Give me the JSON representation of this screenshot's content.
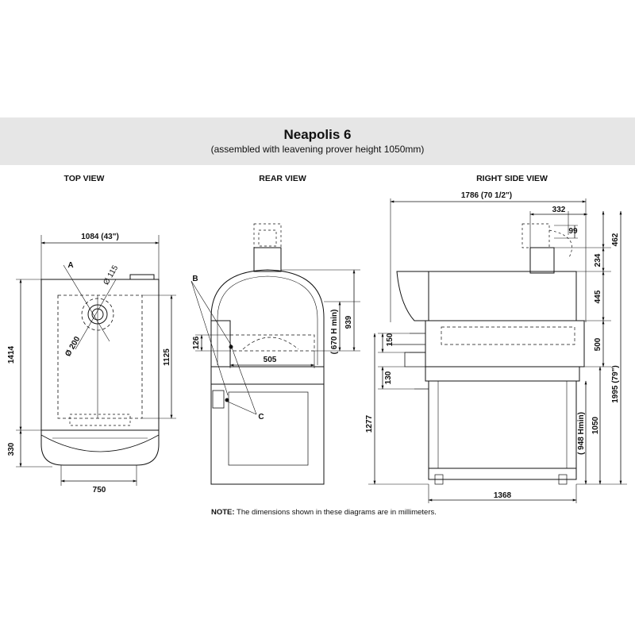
{
  "header": {
    "title": "Neapolis 6",
    "subtitle": "(assembled with leavening prover height 1050mm)"
  },
  "views": {
    "top": "TOP VIEW",
    "rear": "REAR VIEW",
    "side": "RIGHT SIDE VIEW"
  },
  "top_view": {
    "width": "1084  (43\")",
    "depth": "1414",
    "front": "330",
    "base": "750",
    "inner": "1125",
    "flue_d": "Ø 200",
    "flue_small": "Ø 115",
    "label_a": "A"
  },
  "rear_view": {
    "label_b": "B",
    "label_c": "C",
    "h126": "126",
    "w505": "505",
    "h670": "( 670 H min)",
    "h939": "939"
  },
  "side_view": {
    "total_width": "1786  (70 1/2\")",
    "w332": "332",
    "d99": "99",
    "h462": "462",
    "h234": "234",
    "h445": "445",
    "h150": "150",
    "h500": "500",
    "h130": "130",
    "h1277": "1277",
    "h948": "( 948 Hmin)",
    "h1050": "1050",
    "h1995": "1995  (79\")",
    "base_w": "1368"
  },
  "note": {
    "label": "NOTE:",
    "text": " The dimensions shown in these diagrams are in millimeters."
  }
}
